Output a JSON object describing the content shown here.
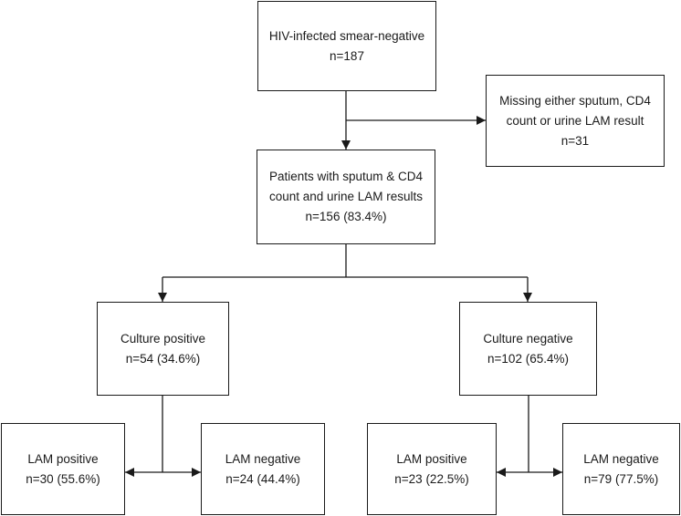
{
  "flowchart": {
    "root": {
      "lines": [
        "HIV-infected smear-negative",
        "n=187"
      ]
    },
    "excluded": {
      "lines": [
        "Missing either sputum, CD4",
        "count or urine LAM result",
        "n=31"
      ]
    },
    "included": {
      "lines": [
        "Patients with sputum & CD4",
        "count and urine LAM results",
        "n=156 (83.4%)"
      ]
    },
    "culture_positive": {
      "lines": [
        "Culture positive",
        "n=54 (34.6%)"
      ]
    },
    "culture_negative": {
      "lines": [
        "Culture negative",
        "n=102 (65.4%)"
      ]
    },
    "cp_lam_positive": {
      "lines": [
        "LAM positive",
        "n=30 (55.6%)"
      ]
    },
    "cp_lam_negative": {
      "lines": [
        "LAM negative",
        "n=24 (44.4%)"
      ]
    },
    "cn_lam_positive": {
      "lines": [
        "LAM positive",
        "n=23 (22.5%)"
      ]
    },
    "cn_lam_negative": {
      "lines": [
        "LAM negative",
        "n=79 (77.5%)"
      ]
    }
  }
}
